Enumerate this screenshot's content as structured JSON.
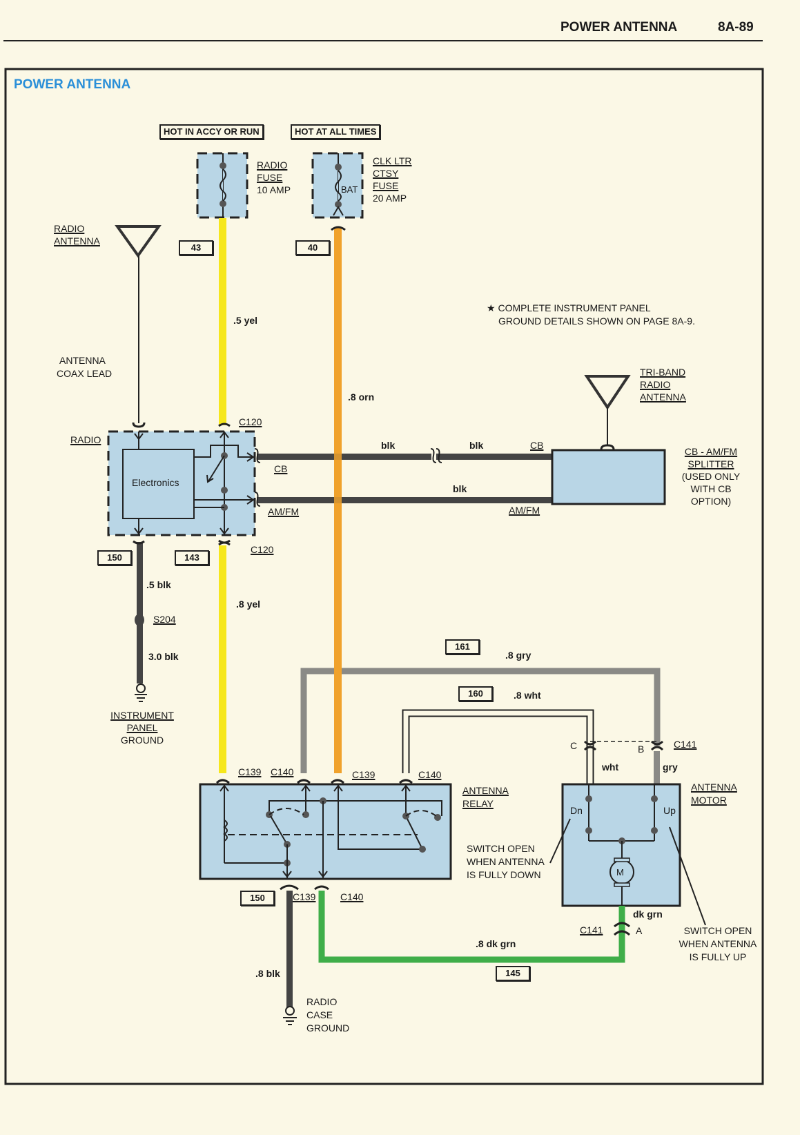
{
  "page_header": {
    "title": "POWER ANTENNA",
    "page_number": "8A-89"
  },
  "diagram": {
    "title": "POWER ANTENNA",
    "colors": {
      "fuse_fill": "#b9d6e6",
      "yellow": "#f6e71c",
      "orange": "#f0a22c",
      "black_wire": "#444444",
      "gray": "#8a8a86",
      "green": "#3fae49",
      "title_blue": "#2a8fd8"
    },
    "power_labels": {
      "accy_run": "HOT IN ACCY OR RUN",
      "all_times": "HOT AT ALL TIMES"
    },
    "fuses": [
      {
        "label_lines": [
          "RADIO",
          "FUSE",
          "10 AMP"
        ]
      },
      {
        "label_lines": [
          "CLK LTR",
          "CTSY",
          "FUSE",
          "20 AMP"
        ],
        "inner_label": "BAT"
      }
    ],
    "circuits": {
      "c43": "43",
      "c40": "40",
      "c150a": "150",
      "c143": "143",
      "c161": "161",
      "c160": "160",
      "c150b": "150",
      "c145": "145"
    },
    "radio_antenna": {
      "label_lines": [
        "RADIO",
        "ANTENNA"
      ]
    },
    "coax_lead": {
      "label_lines": [
        "ANTENNA",
        "COAX LEAD"
      ]
    },
    "note": {
      "line1": "COMPLETE INSTRUMENT PANEL",
      "line2": "GROUND DETAILS SHOWN ON PAGE 8A-9."
    },
    "triband": {
      "label_lines": [
        "TRI-BAND",
        "RADIO",
        "ANTENNA"
      ]
    },
    "splitter": {
      "label_lines": [
        "CB - AM/FM",
        "SPLITTER",
        "(USED ONLY",
        "WITH CB",
        "OPTION)"
      ]
    },
    "radio": {
      "label": "RADIO",
      "electronics": "Electronics"
    },
    "wires": {
      "yel_top": ".5 yel",
      "orn": ".8 orn",
      "blk_cb1": "blk",
      "blk_cb2": "blk",
      "blk_amfm": "blk",
      "blk05": ".5 blk",
      "blk30": "3.0 blk",
      "yel_bottom": ".8 yel",
      "gry": ".8 gry",
      "wht": ".8 wht",
      "wht_short": "wht",
      "gry_short": "gry",
      "dkgrn_short": "dk grn",
      "dkgrn": ".8 dk grn",
      "blk08": ".8 blk"
    },
    "connectors": {
      "c120_top": "C120",
      "c120_bottom": "C120",
      "cb": "CB",
      "amfm": "AM/FM",
      "cb_right": "CB",
      "amfm_right": "AM/FM",
      "c139a": "C139",
      "c140a": "C140",
      "c139b": "C139",
      "c140b": "C140",
      "c139c": "C139",
      "c140c": "C140",
      "c141_top": "C141",
      "c141_bottom": "C141",
      "pin_c": "C",
      "pin_b": "B",
      "pin_a": "A"
    },
    "splice": "S204",
    "ip_ground": {
      "label_lines": [
        "INSTRUMENT",
        "PANEL",
        "GROUND"
      ]
    },
    "radio_case_ground": {
      "label_lines": [
        "RADIO",
        "CASE",
        "GROUND"
      ]
    },
    "antenna_relay": {
      "label_lines": [
        "ANTENNA",
        "RELAY"
      ]
    },
    "antenna_motor": {
      "label_lines": [
        "ANTENNA",
        "MOTOR"
      ],
      "dn": "Dn",
      "up": "Up",
      "motor": "M"
    },
    "switch_down_note": [
      "SWITCH OPEN",
      "WHEN ANTENNA",
      "IS FULLY DOWN"
    ],
    "switch_up_note": [
      "SWITCH OPEN",
      "WHEN ANTENNA",
      "IS FULLY UP"
    ]
  }
}
